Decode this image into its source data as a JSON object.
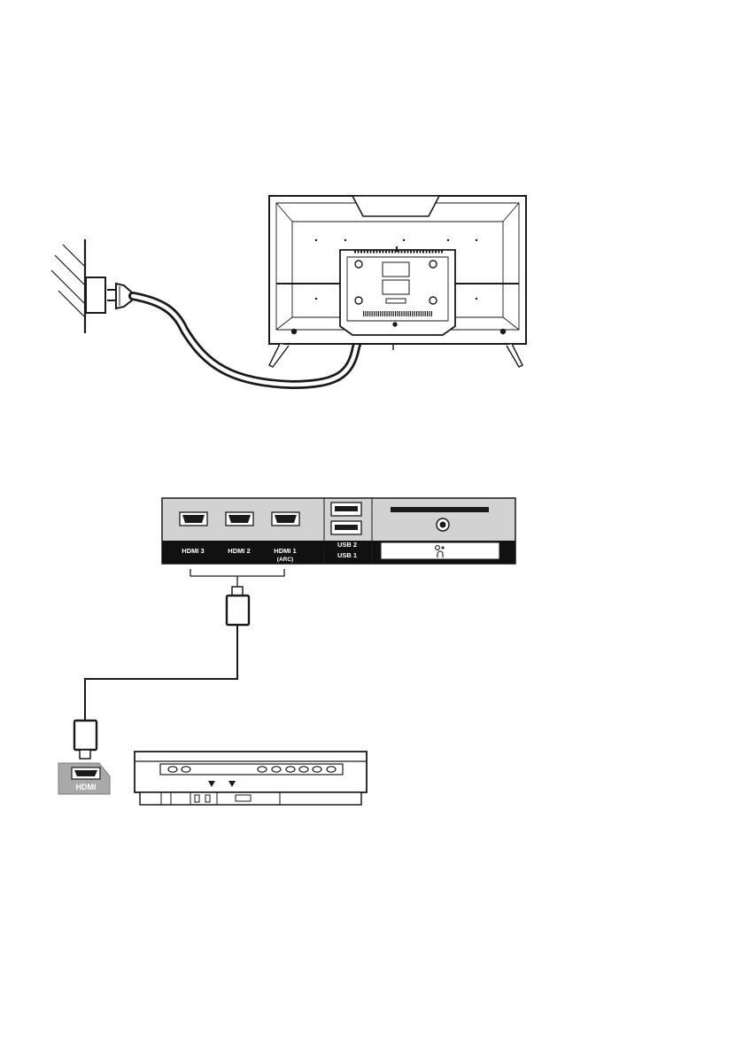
{
  "panel": {
    "ports": [
      {
        "label": "HDMI 3",
        "sublabel": ""
      },
      {
        "label": "HDMI 2",
        "sublabel": ""
      },
      {
        "label": "HDMI 1",
        "sublabel": "(ARC)"
      }
    ],
    "usb2_label": "USB 2",
    "usb1_label": "USB 1"
  },
  "device": {
    "port_label": "HDMI"
  },
  "colors": {
    "line": "#1a1a1a",
    "panel_fill": "#d2d2d2",
    "label_strip": "#111111",
    "port_plate": "#a9a9a9"
  }
}
